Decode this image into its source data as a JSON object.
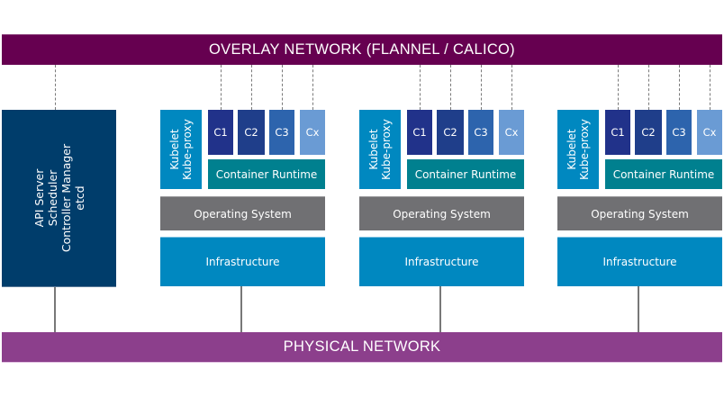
{
  "diagram": {
    "overlay_network": {
      "label": "OVERLAY NETWORK (FLANNEL / CALICO)",
      "color": "#660050"
    },
    "physical_network": {
      "label": "PHYSICAL NETWORK",
      "color": "#8c3f8c"
    },
    "master": {
      "lines": [
        "API Server",
        "Scheduler",
        "Controller Manager",
        "etcd"
      ],
      "color": "#003d6b"
    },
    "nodes": [
      {
        "agent": [
          "Kubelet",
          "Kube-proxy"
        ],
        "containers": [
          "C1",
          "C2",
          "C3",
          "Cx"
        ],
        "runtime": "Container Runtime",
        "os": "Operating System",
        "infra": "Infrastructure"
      },
      {
        "agent": [
          "Kubelet",
          "Kube-proxy"
        ],
        "containers": [
          "C1",
          "C2",
          "C3",
          "Cx"
        ],
        "runtime": "Container Runtime",
        "os": "Operating System",
        "infra": "Infrastructure"
      },
      {
        "agent": [
          "Kubelet",
          "Kube-proxy"
        ],
        "containers": [
          "C1",
          "C2",
          "C3",
          "Cx"
        ],
        "runtime": "Container Runtime",
        "os": "Operating System",
        "infra": "Infrastructure"
      }
    ],
    "colors": {
      "kubelet": "#0088c0",
      "container_shades": [
        "#21328a",
        "#1f3e8a",
        "#2d64ad",
        "#6a9bd4"
      ],
      "runtime": "#00808f",
      "os": "#707073",
      "infra": "#0088c0"
    }
  }
}
